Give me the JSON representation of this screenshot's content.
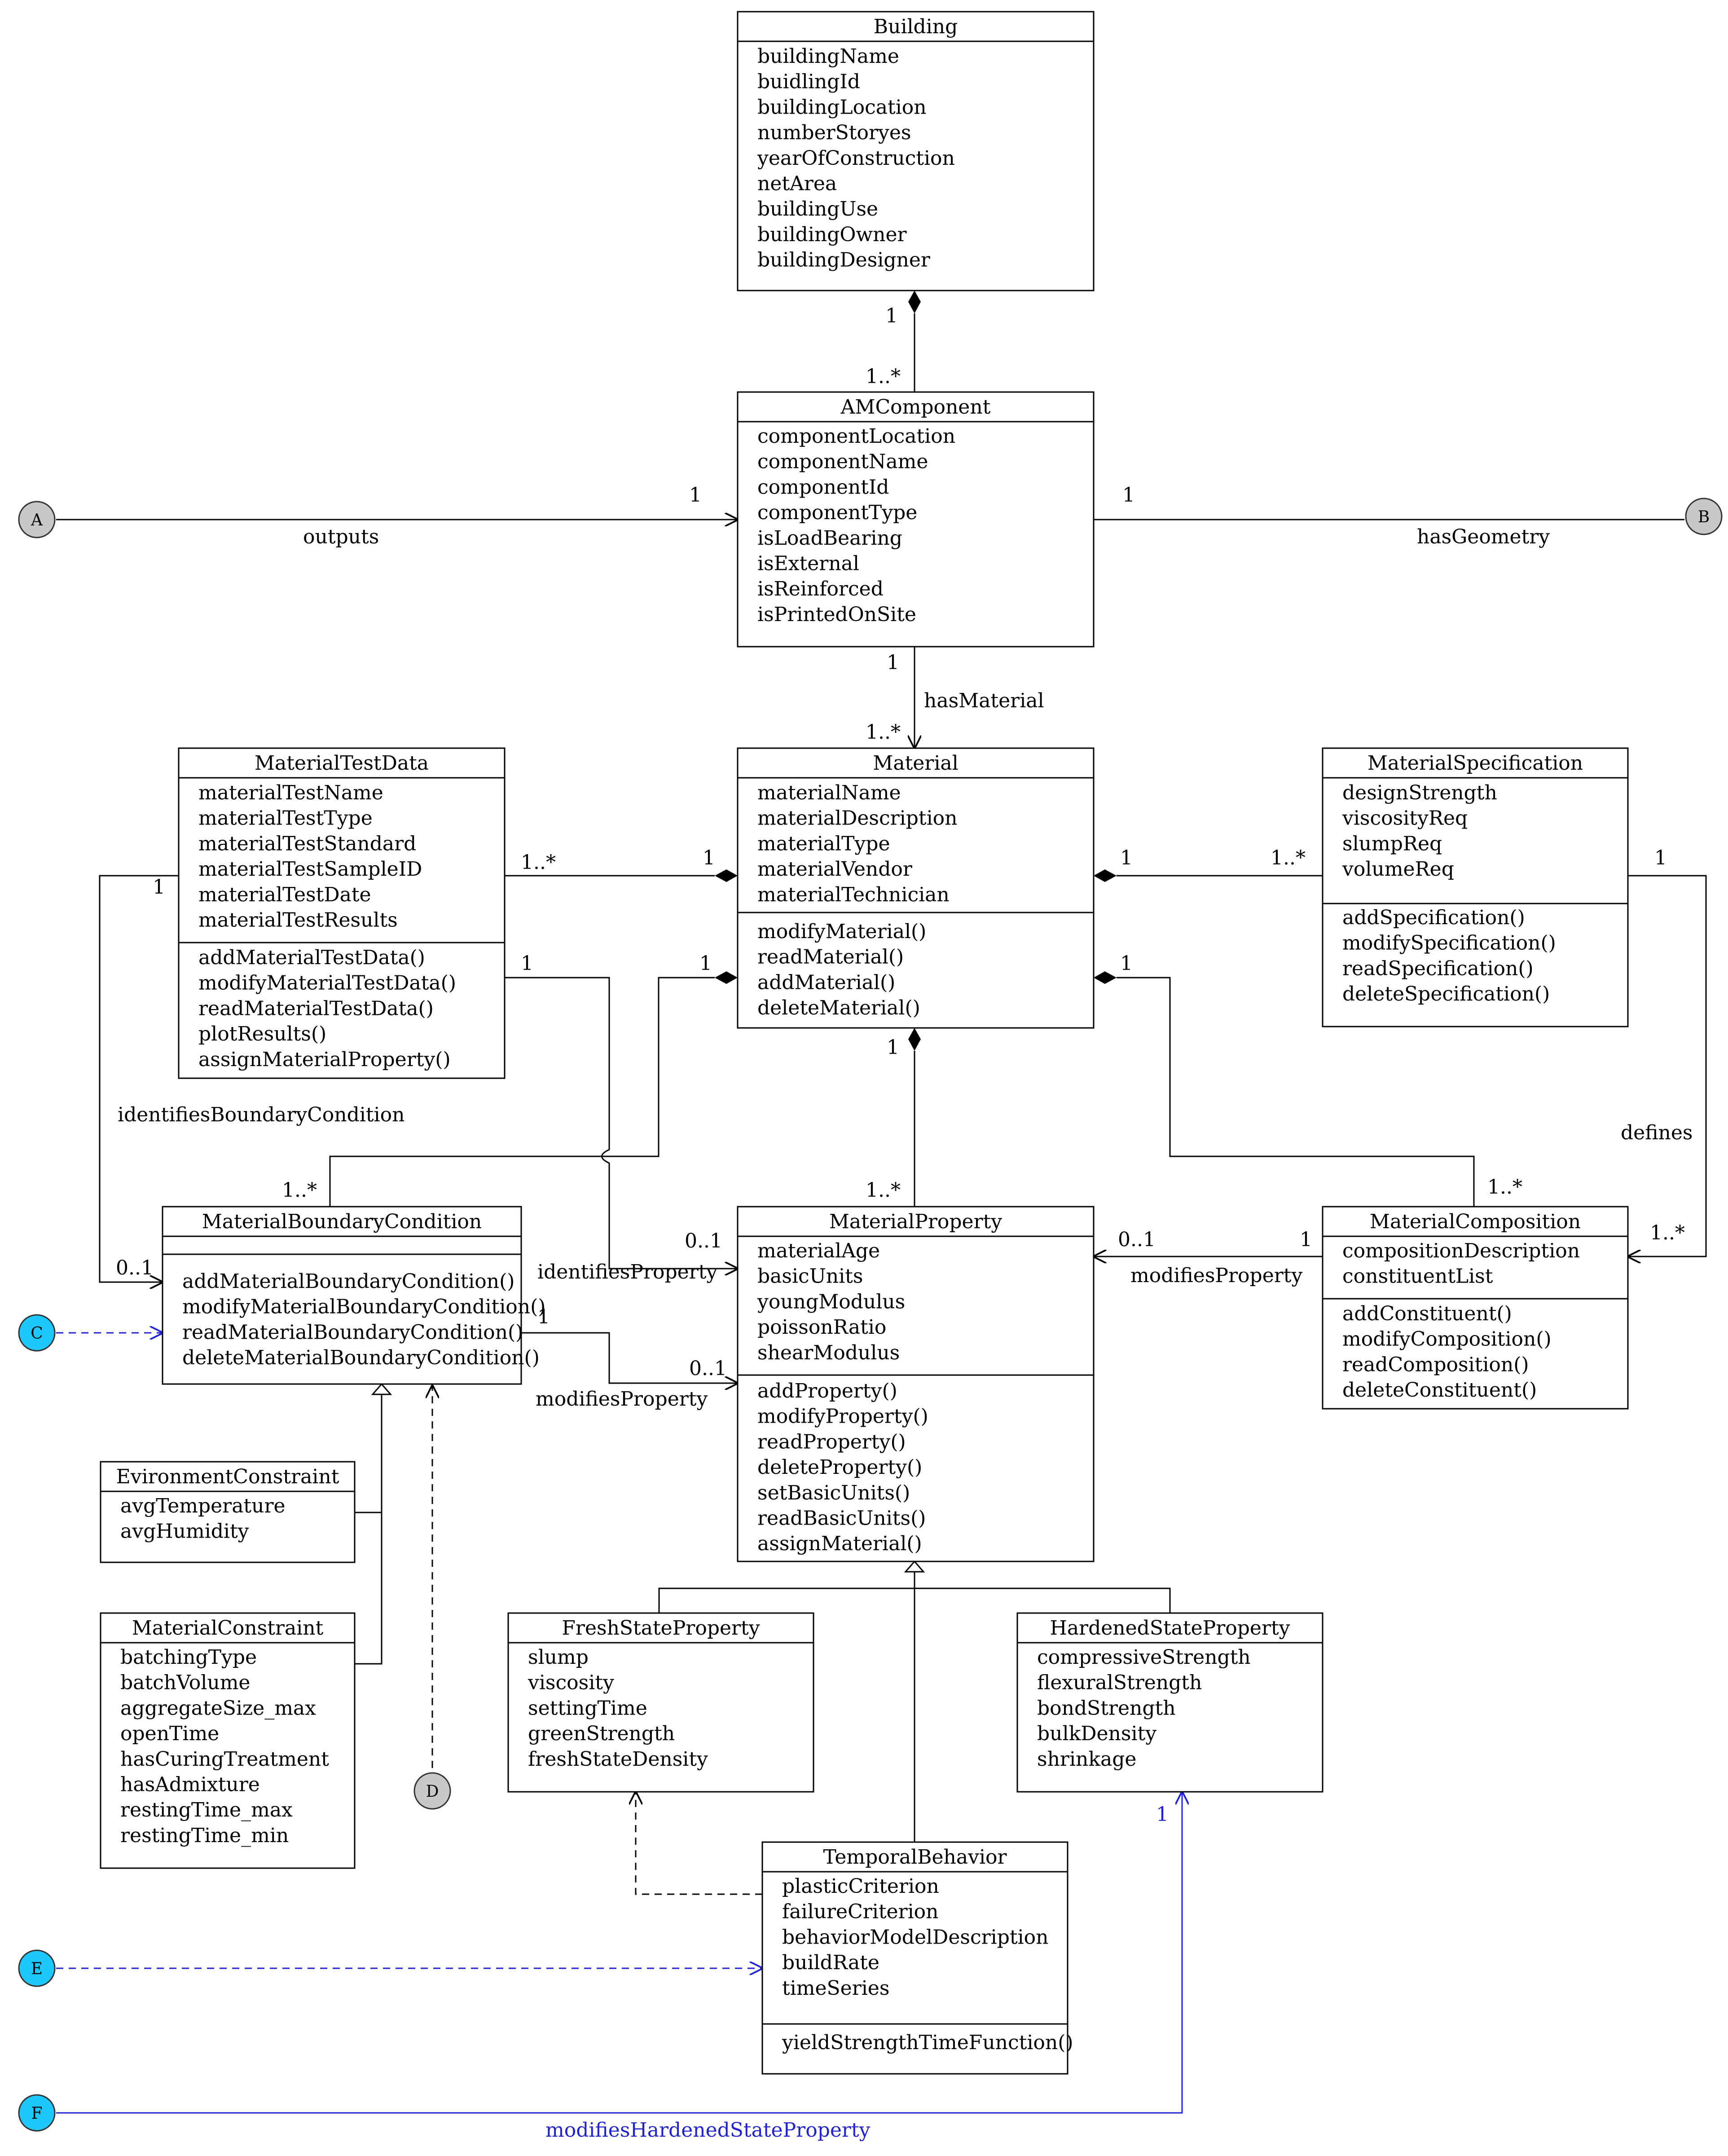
{
  "classes": {
    "building": {
      "name": "Building",
      "attributes": [
        "buildingName",
        "buidlingId",
        "buildingLocation",
        "numberStoryes",
        "yearOfConstruction",
        "netArea",
        "buildingUse",
        "buildingOwner",
        "buildingDesigner"
      ],
      "methods": []
    },
    "amcomponent": {
      "name": "AMComponent",
      "attributes": [
        "componentLocation",
        "componentName",
        "componentId",
        "componentType",
        "isLoadBearing",
        "isExternal",
        "isReinforced",
        "isPrintedOnSite"
      ],
      "methods": []
    },
    "material": {
      "name": "Material",
      "attributes": [
        "materialName",
        "materialDescription",
        "materialType",
        "materialVendor",
        "materialTechnician"
      ],
      "methods": [
        "modifyMaterial()",
        "readMaterial()",
        "addMaterial()",
        "deleteMaterial()"
      ]
    },
    "materialtestdata": {
      "name": "MaterialTestData",
      "attributes": [
        "materialTestName",
        "materialTestType",
        "materialTestStandard",
        "materialTestSampleID",
        "materialTestDate",
        "materialTestResults"
      ],
      "methods": [
        "addMaterialTestData()",
        "modifyMaterialTestData()",
        "readMaterialTestData()",
        "plotResults()",
        "assignMaterialProperty()"
      ]
    },
    "materialspecification": {
      "name": "MaterialSpecification",
      "attributes": [
        "designStrength",
        "viscosityReq",
        "slumpReq",
        "volumeReq"
      ],
      "methods": [
        "addSpecification()",
        "modifySpecification()",
        "readSpecification()",
        "deleteSpecification()"
      ]
    },
    "materialboundarycondition": {
      "name": "MaterialBoundaryCondition",
      "attributes": [],
      "methods": [
        "addMaterialBoundaryCondition()",
        "modifyMaterialBoundaryCondition()",
        "readMaterialBoundaryCondition()",
        "deleteMaterialBoundaryCondition()"
      ]
    },
    "materialproperty": {
      "name": "MaterialProperty",
      "attributes": [
        "materialAge",
        "basicUnits",
        "youngModulus",
        "poissonRatio",
        "shearModulus"
      ],
      "methods": [
        "addProperty()",
        "modifyProperty()",
        "readProperty()",
        "deleteProperty()",
        "setBasicUnits()",
        "readBasicUnits()",
        "assignMaterial()"
      ]
    },
    "materialcomposition": {
      "name": "MaterialComposition",
      "attributes": [
        "compositionDescription",
        "constituentList"
      ],
      "methods": [
        "addConstituent()",
        "modifyComposition()",
        "readComposition()",
        "deleteConstituent()"
      ]
    },
    "evironmentconstraint": {
      "name": "EvironmentConstraint",
      "attributes": [
        "avgTemperature",
        "avgHumidity"
      ],
      "methods": []
    },
    "materialconstraint": {
      "name": "MaterialConstraint",
      "attributes": [
        "batchingType",
        "batchVolume",
        "aggregateSize_max",
        "openTime",
        "hasCuringTreatment",
        "hasAdmixture",
        "restingTime_max",
        "restingTime_min"
      ],
      "methods": []
    },
    "freshstateproperty": {
      "name": "FreshStateProperty",
      "attributes": [
        "slump",
        "viscosity",
        "settingTime",
        "greenStrength",
        "freshStateDensity"
      ],
      "methods": []
    },
    "hardenedstateproperty": {
      "name": "HardenedStateProperty",
      "attributes": [
        "compressiveStrength",
        "flexuralStrength",
        "bondStrength",
        "bulkDensity",
        "shrinkage"
      ],
      "methods": []
    },
    "temporalbehavior": {
      "name": "TemporalBehavior",
      "attributes": [
        "plasticCriterion",
        "failureCriterion",
        "behaviorModelDescription",
        "buildRate",
        "timeSeries"
      ],
      "methods": [
        "yieldStrengthTimeFunction()"
      ]
    }
  },
  "connectors": [
    {
      "id": "A",
      "color": "#c8c8c8"
    },
    {
      "id": "B",
      "color": "#c8c8c8"
    },
    {
      "id": "C",
      "color": "#1ec8ff"
    },
    {
      "id": "D",
      "color": "#c8c8c8"
    },
    {
      "id": "E",
      "color": "#1ec8ff"
    },
    {
      "id": "F",
      "color": "#1ec8ff"
    }
  ],
  "labels": {
    "outputs": "outputs",
    "hasGeometry": "hasGeometry",
    "hasMaterial": "hasMaterial",
    "identifiesBoundaryCondition": "identifiesBoundaryCondition",
    "identifiesProperty": "identifiesProperty",
    "modifiesProperty_left": "modifiesProperty",
    "modifiesProperty_right": "modifiesProperty",
    "defines": "defines",
    "modifiesHardenedStateProperty": "modifiesHardenedStateProperty"
  },
  "multiplicities": {
    "building_end": "1",
    "amcomponent_top": "1..*",
    "outputs_end": "1",
    "geometry_start": "1",
    "amcomponent_bottom": "1",
    "material_top": "1..*",
    "testdata_right": "1..*",
    "material_testdata": "1",
    "material_spec": "1",
    "spec_left": "1..*",
    "testdata_left": "1",
    "testdata_lower": "1",
    "material_bc": "1",
    "material_comp": "1",
    "spec_right": "1",
    "material_bottom": "1",
    "bc_top": "1..*",
    "bc_left": "0..1",
    "property_top": "1..*",
    "comp_top": "1..*",
    "property_left_upper": "0..1",
    "property_right": "0..1",
    "comp_left": "1",
    "comp_right": "1..*",
    "bc_right": "1",
    "property_left_lower": "0..1",
    "hardened_bottom": "1"
  }
}
